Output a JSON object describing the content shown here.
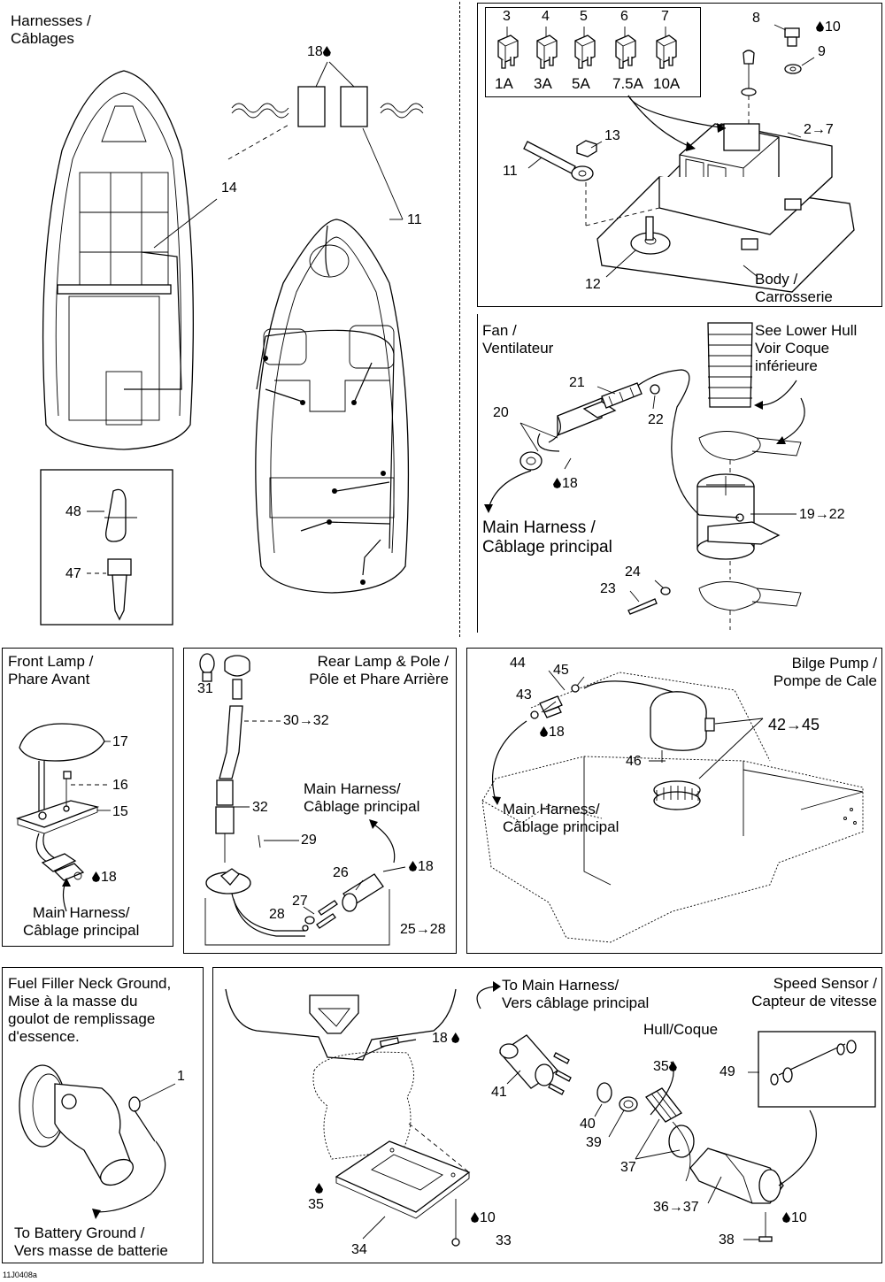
{
  "panels": {
    "harnesses": {
      "title": "Harnesses /\nCâblages"
    },
    "fuse_box": {
      "body_label": "Body /\nCarrosserie",
      "fuses": [
        {
          "num": "3",
          "rating": "1A"
        },
        {
          "num": "4",
          "rating": "3A"
        },
        {
          "num": "5",
          "rating": "5A"
        },
        {
          "num": "6",
          "rating": "7.5A"
        },
        {
          "num": "7",
          "rating": "10A"
        }
      ]
    },
    "fan": {
      "title": "Fan /\nVentilateur",
      "see_lower_hull": "See Lower Hull\nVoir Coque\ninférieure",
      "main_harness": "Main Harness /\nCâblage principal"
    },
    "front_lamp": {
      "title": "Front Lamp /\nPhare Avant",
      "main_harness": "Main Harness/\nCâblage principal"
    },
    "rear_lamp": {
      "title": "Rear Lamp & Pole /\nPôle et Phare Arrière",
      "main_harness": "Main Harness/\nCâblage principal"
    },
    "bilge_pump": {
      "title": "Bilge Pump /\nPompe de Cale",
      "main_harness": "Main Harness/\nCâblage principal"
    },
    "fuel_filler": {
      "title": "Fuel Filler Neck Ground,\nMise à la masse du\ngoulot de remplissage\nd'essence.",
      "battery_ground": "To Battery Ground /\nVers masse de batterie"
    },
    "speed_sensor": {
      "title": "Speed Sensor /\nCapteur de vitesse",
      "to_main": "To Main Harness/\nVers câblage principal",
      "hull": "Hull/Coque"
    }
  },
  "callouts": {
    "c14": "14",
    "c18a": "18",
    "c11a": "11",
    "c48": "48",
    "c47": "47",
    "c8": "8",
    "c10a": "10",
    "c9": "9",
    "c13": "13",
    "c11b": "11",
    "c2_7": "2→7",
    "c12": "12",
    "c21": "21",
    "c20": "20",
    "c22": "22",
    "c18b": "18",
    "c19_22": "19→22",
    "c24": "24",
    "c23": "23",
    "c17": "17",
    "c16": "16",
    "c15": "15",
    "c18c": "18",
    "c31": "31",
    "c30_32": "30→32",
    "c32": "32",
    "c29": "29",
    "c26": "26",
    "c18d": "18",
    "c27": "27",
    "c28": "28",
    "c25_28": "25→28",
    "c44": "44",
    "c45": "45",
    "c43": "43",
    "c18e": "18",
    "c42_45": "42→45",
    "c46": "46",
    "c1": "1",
    "c18f": "18",
    "c41": "41",
    "c35a": "35",
    "c40": "40",
    "c39": "39",
    "c37a": "37",
    "c49": "49",
    "c36_37": "36→37",
    "c10b": "10",
    "c38": "38",
    "c35b": "35",
    "c34": "34",
    "c10c": "10",
    "c33": "33"
  },
  "figure_code": "11J0408a",
  "colors": {
    "ink": "#000000",
    "paper": "#ffffff"
  }
}
